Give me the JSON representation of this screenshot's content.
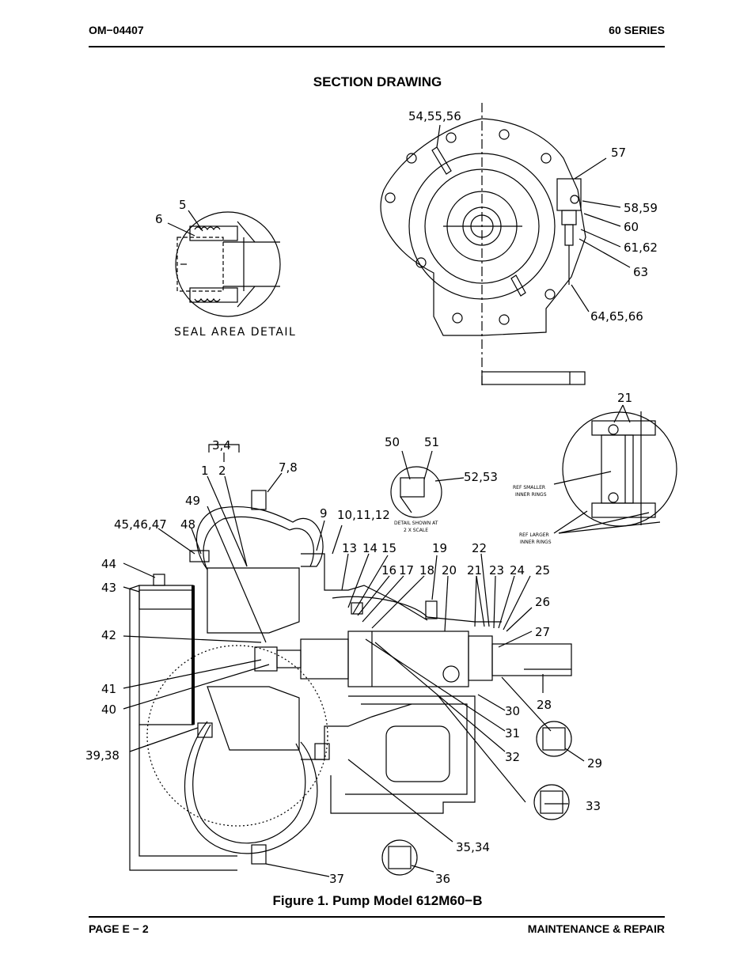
{
  "header": {
    "doc_number": "OM−04407",
    "series": "60 SERIES"
  },
  "section_title": "SECTION DRAWING",
  "figure_caption": "Figure 1.  Pump Model 612M60−B",
  "footer": {
    "page": "PAGE E − 2",
    "section": "MAINTENANCE & REPAIR"
  },
  "callouts": {
    "c5": "5",
    "c6": "6",
    "seal_detail": "SEAL AREA DETAIL",
    "c54_56": "54,55,56",
    "c57": "57",
    "c58_59": "58,59",
    "c60": "60",
    "c61_62": "61,62",
    "c63": "63",
    "c64_66": "64,65,66",
    "c21_top": "21",
    "ref_smaller_1": "REF SMALLER",
    "ref_smaller_2": "INNER RINGS",
    "ref_larger_1": "REF LARGER",
    "ref_larger_2": "INNER RINGS",
    "c50": "50",
    "c51": "51",
    "c52_53": "52,53",
    "detail_2x_1": "DETAIL SHOWN AT",
    "detail_2x_2": "2 X SCALE",
    "c3_4": "3,4",
    "c1": "1",
    "c2": "2",
    "c7_8": "7,8",
    "c49": "49",
    "c45_47": "45,46,47",
    "c48": "48",
    "c9": "9",
    "c10_12": "10,11,12",
    "c13": "13",
    "c14": "14",
    "c15": "15",
    "c16": "16",
    "c17": "17",
    "c18": "18",
    "c19": "19",
    "c20": "20",
    "c21": "21",
    "c22": "22",
    "c23": "23",
    "c24": "24",
    "c25": "25",
    "c26": "26",
    "c27": "27",
    "c28": "28",
    "c29": "29",
    "c30": "30",
    "c31": "31",
    "c32": "32",
    "c33": "33",
    "c35_34": "35,34",
    "c36": "36",
    "c37": "37",
    "c39_38": "39,38",
    "c40": "40",
    "c41": "41",
    "c42": "42",
    "c43": "43",
    "c44": "44"
  }
}
